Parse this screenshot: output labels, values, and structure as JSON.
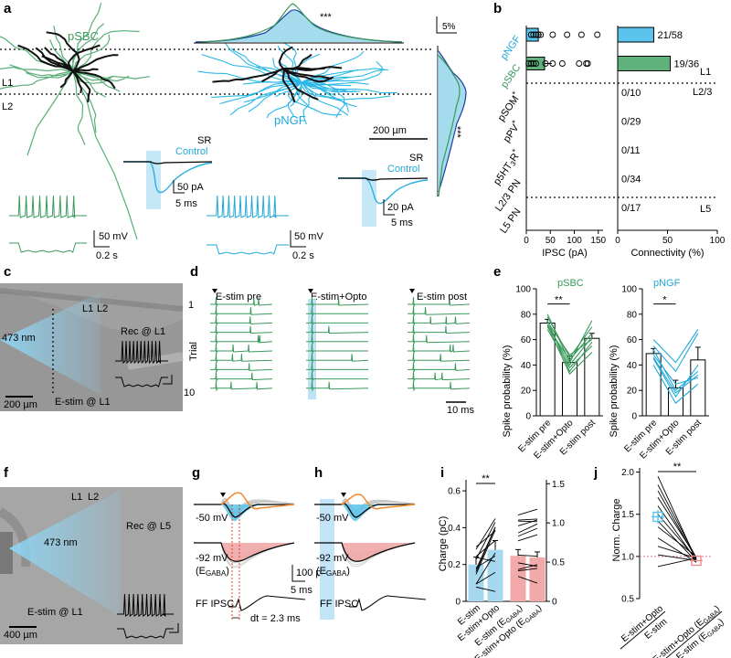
{
  "panels": {
    "a": {
      "label": "a",
      "psbc": "pSBC",
      "pngf": "pNGF",
      "l1": "L1",
      "l2": "L2",
      "stars_top": "***",
      "stars_right": "***",
      "pct": "5%",
      "scale_um": "200 µm",
      "sr": "SR",
      "control": "Control",
      "pa_left": "50 pA",
      "ms_left": "5 ms",
      "pa_right": "20 pA",
      "ms_right": "5 ms",
      "mv_left": "50 mV",
      "s_left": "0.2 s",
      "mv_right": "50 mV",
      "s_right": "0.2 s"
    },
    "b": {
      "label": "b",
      "categories": [
        "pNGF",
        "pSBC",
        "pSOM",
        "pPV",
        "p5HT3R",
        "L2/3 PN",
        "L5 PN"
      ],
      "star": "*",
      "subscript_3": "3",
      "connectivity_labels": [
        "21/58",
        "19/36",
        "0/10",
        "0/29",
        "0/11",
        "0/34",
        "0/17"
      ],
      "layer_labels": [
        "L1",
        "L2/3",
        "L5"
      ],
      "ipsc_axis": {
        "label": "IPSC (pA)",
        "ticks": [
          "0",
          "50",
          "100",
          "150"
        ]
      },
      "conn_axis": {
        "label": "Connectivity (%)",
        "ticks": [
          "0",
          "50",
          "100"
        ]
      }
    },
    "c": {
      "label": "c",
      "nm": "473 nm",
      "l1": "L1",
      "l2": "L2",
      "rec": "Rec @ L1",
      "estim": "E-stim @ L1",
      "scale": "200 µm"
    },
    "d": {
      "label": "d",
      "titles": [
        "E-stim pre",
        "E-stim+Opto",
        "E-stim post"
      ],
      "trial_label": "Trial",
      "trial_first": "1",
      "trial_last": "10",
      "scale": "10 ms"
    },
    "e": {
      "label": "e",
      "left_title": "pSBC",
      "right_title": "pNGF",
      "ylabel": "Spike probability (%)",
      "yticks": [
        "0",
        "20",
        "40",
        "60",
        "80",
        "100"
      ],
      "xlabels": [
        "E-stim pre",
        "E-stim+Opto",
        "E-stim post"
      ],
      "left_stars": "**",
      "right_stars": "*"
    },
    "f": {
      "label": "f",
      "nm": "473 nm",
      "l1": "L1",
      "l2": "L2",
      "rec": "Rec @ L5",
      "estim": "E-stim @ L1",
      "scale": "400 µm"
    },
    "g": {
      "label": "g",
      "v1": "-50 mV",
      "v2": "-92 mV",
      "egaba": "(E",
      "egaba_sub": "GABA",
      "egaba_close": ")",
      "pa": "100 pA",
      "ms": "5 ms",
      "ff": "FF IPSC",
      "dt": "dt = 2.3 ms"
    },
    "h": {
      "label": "h",
      "v1": "-50 mV",
      "v2": "-92 mV",
      "egaba": "(E",
      "egaba_sub": "GABA",
      "egaba_close": ")",
      "ff": "FF IPSC"
    },
    "i": {
      "label": "i",
      "stars": "**",
      "ylabel": "Charge (pC)",
      "yticks_left": [
        "0",
        "0.2",
        "0.4",
        "0.6"
      ],
      "yticks_right": [
        "0",
        "0.5",
        "1.0",
        "1.5"
      ],
      "xlabels": [
        "E-stim",
        "E-stim+Opto",
        "E-stim (E",
        "E-stim+Opto (E"
      ],
      "xsub": "GABA",
      "xclose": ")"
    },
    "j": {
      "label": "j",
      "stars": "**",
      "ylabel": "Norm. Charge",
      "yticks": [
        "0.5",
        "1.0",
        "1.5",
        "2.0"
      ],
      "num1": "E-stim+Opto",
      "den1": "E-stim",
      "num2": "E-stim+Opto (E",
      "den2": "E-stim (E",
      "sub": "GABA",
      "close": ")"
    }
  },
  "chart_data": [
    {
      "type": "bar",
      "panel": "b-ipsc",
      "orientation": "horizontal",
      "categories": [
        "pNGF",
        "pSBC",
        "pSOM",
        "pPV",
        "p5HT3R",
        "L2/3 PN",
        "L5 PN"
      ],
      "values": [
        25,
        38,
        0,
        0,
        0,
        0,
        0
      ],
      "errors": [
        8,
        15,
        0,
        0,
        0,
        0,
        0
      ],
      "points": [
        [
          10,
          15,
          20,
          25,
          30,
          55,
          85,
          115,
          148
        ],
        [
          5,
          10,
          15,
          20,
          40,
          55,
          75,
          110,
          125,
          128
        ]
      ],
      "xlim": [
        0,
        160
      ],
      "xlabel": "IPSC (pA)",
      "colors": [
        "#5bc4ec",
        "#5fb27c"
      ]
    },
    {
      "type": "bar",
      "panel": "b-connectivity",
      "orientation": "horizontal",
      "categories": [
        "pNGF",
        "pSBC",
        "pSOM",
        "pPV",
        "p5HT3R",
        "L2/3 PN",
        "L5 PN"
      ],
      "values": [
        36.2,
        52.8,
        0,
        0,
        0,
        0,
        0
      ],
      "xlim": [
        0,
        100
      ],
      "xlabel": "Connectivity (%)",
      "colors": [
        "#5bc4ec",
        "#5fb27c"
      ]
    },
    {
      "type": "bar",
      "panel": "e-pSBC",
      "categories": [
        "E-stim pre",
        "E-stim+Opto",
        "E-stim post"
      ],
      "values": [
        73,
        42,
        61
      ],
      "errors": [
        3,
        5,
        4
      ],
      "lines": [
        [
          72,
          40,
          62
        ],
        [
          75,
          35,
          58
        ],
        [
          70,
          44,
          65
        ],
        [
          78,
          46,
          70
        ],
        [
          68,
          38,
          55
        ],
        [
          74,
          48,
          60
        ],
        [
          80,
          42,
          75
        ],
        [
          71,
          33,
          50
        ]
      ],
      "ylim": [
        0,
        100
      ],
      "ylabel": "Spike probability (%)",
      "color": "#3a9a5b"
    },
    {
      "type": "bar",
      "panel": "e-pNGF",
      "categories": [
        "E-stim pre",
        "E-stim+Opto",
        "E-stim post"
      ],
      "values": [
        49,
        22,
        44
      ],
      "errors": [
        4,
        6,
        10
      ],
      "lines": [
        [
          45,
          15,
          40
        ],
        [
          55,
          35,
          65
        ],
        [
          40,
          10,
          25
        ],
        [
          48,
          25,
          30
        ],
        [
          52,
          20,
          35
        ],
        [
          60,
          42,
          68
        ],
        [
          46,
          18,
          32
        ]
      ],
      "ylim": [
        0,
        100
      ],
      "ylabel": "Spike probability (%)",
      "color": "#1fa8d8"
    },
    {
      "type": "bar",
      "panel": "i",
      "categories": [
        "E-stim",
        "E-stim+Opto",
        "E-stim (EGABA)",
        "E-stim+Opto (EGABA)"
      ],
      "values": [
        0.2,
        0.28,
        0.58,
        0.56
      ],
      "errors": [
        0.04,
        0.05,
        0.08,
        0.07
      ],
      "ylim": [
        0,
        0.66
      ],
      "ylim_right": [
        0,
        1.55
      ],
      "ylabel": "Charge (pC)",
      "colors": [
        "#a6d8f0",
        "#a6d8f0",
        "#f1a9a9",
        "#f1a9a9"
      ]
    },
    {
      "type": "scatter",
      "panel": "j",
      "categories": [
        "E-stim+Opto/E-stim",
        "E-stim+Opto (EGABA)/E-stim (EGABA)"
      ],
      "mean": [
        1.47,
        0.95
      ],
      "pairs": [
        [
          1.95,
          0.96
        ],
        [
          1.85,
          0.98
        ],
        [
          1.78,
          0.97
        ],
        [
          1.7,
          0.99
        ],
        [
          1.6,
          0.95
        ],
        [
          1.5,
          0.97
        ],
        [
          1.42,
          0.94
        ],
        [
          1.35,
          1.0
        ],
        [
          1.22,
          0.93
        ],
        [
          1.12,
          0.98
        ],
        [
          1.02,
          0.95
        ],
        [
          0.88,
          0.98
        ]
      ],
      "ylim": [
        0.5,
        2.05
      ],
      "ylabel": "Norm. Charge",
      "colors": [
        "#5bc4ec",
        "#f08a8a"
      ]
    }
  ]
}
